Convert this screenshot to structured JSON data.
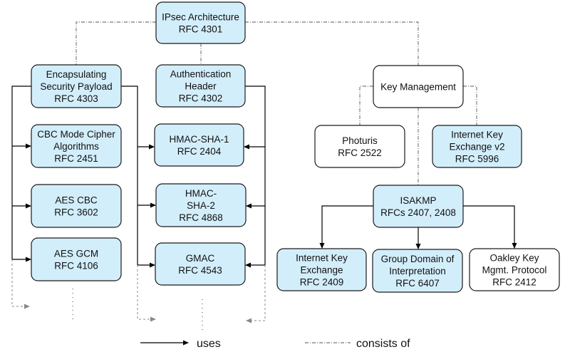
{
  "colors": {
    "highlight_fill": "#d3eefb",
    "plain_fill": "#ffffff",
    "stroke": "#1a1a1a"
  },
  "boxes": [
    {
      "id": "ipsec-architecture",
      "lines": [
        "IPsec Architecture",
        "RFC 4301"
      ],
      "highlighted": true
    },
    {
      "id": "esp",
      "lines": [
        "Encapsulating",
        "Security Payload",
        "RFC 4303"
      ],
      "highlighted": true
    },
    {
      "id": "ah",
      "lines": [
        "Authentication",
        "Header",
        "RFC 4302"
      ],
      "highlighted": true
    },
    {
      "id": "cbc-mode",
      "lines": [
        "CBC Mode Cipher",
        "Algorithms",
        "RFC 2451"
      ],
      "highlighted": true
    },
    {
      "id": "hmac-sha-1",
      "lines": [
        "HMAC-SHA-1",
        "RFC 2404"
      ],
      "highlighted": true
    },
    {
      "id": "aes-cbc",
      "lines": [
        "AES CBC",
        "RFC 3602"
      ],
      "highlighted": true
    },
    {
      "id": "hmac-sha-2",
      "lines": [
        "HMAC-",
        "SHA-2",
        "RFC 4868"
      ],
      "highlighted": true
    },
    {
      "id": "aes-gcm",
      "lines": [
        "AES GCM",
        "RFC 4106"
      ],
      "highlighted": true
    },
    {
      "id": "gmac",
      "lines": [
        "GMAC",
        "RFC 4543"
      ],
      "highlighted": true
    },
    {
      "id": "key-management",
      "lines": [
        "Key Management"
      ],
      "highlighted": false
    },
    {
      "id": "photuris",
      "lines": [
        "Photuris",
        "RFC 2522"
      ],
      "highlighted": false
    },
    {
      "id": "ikev2",
      "lines": [
        "Internet Key",
        "Exchange v2",
        "RFC 5996"
      ],
      "highlighted": true
    },
    {
      "id": "isakmp",
      "lines": [
        "ISAKMP",
        "RFCs 2407, 2408"
      ],
      "highlighted": true
    },
    {
      "id": "ike",
      "lines": [
        "Internet Key",
        "Exchange",
        "RFC 2409"
      ],
      "highlighted": true
    },
    {
      "id": "gdoi",
      "lines": [
        "Group Domain of",
        "Interpretation",
        "RFC 6407"
      ],
      "highlighted": true
    },
    {
      "id": "oakley",
      "lines": [
        "Oakley Key",
        "Mgmt. Protocol",
        "RFC 2412"
      ],
      "highlighted": false
    }
  ],
  "legend": {
    "uses": "uses",
    "consists_of": "consists of"
  }
}
